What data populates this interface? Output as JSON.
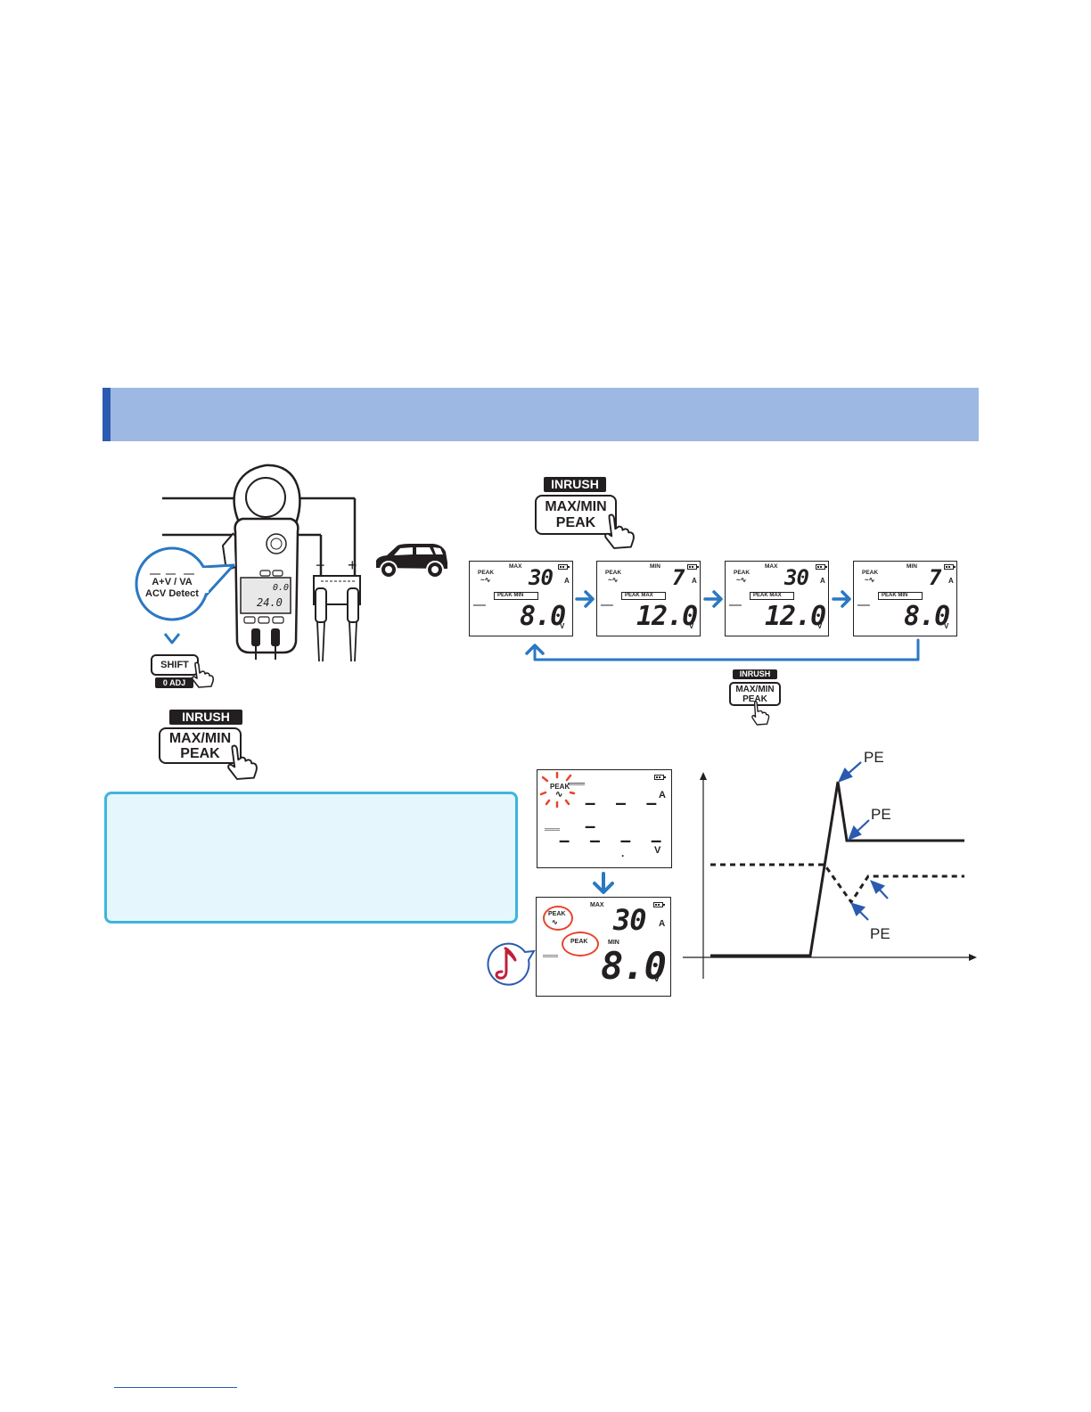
{
  "section_header": {
    "text": ""
  },
  "meter_callout": {
    "line1": "A+V / VA",
    "line2": "ACV Detect"
  },
  "shift_key": {
    "label": "SHIFT",
    "sub": "0 ADJ"
  },
  "inrush_key": {
    "tag": "INRUSH",
    "line1": "MAX/MIN",
    "line2": "PEAK"
  },
  "lcd_panels": [
    {
      "top_flag": "MAX",
      "peak_label": "PEAK",
      "top_value": "30",
      "top_unit": "A",
      "mode_label": "PEAK     MIN",
      "bottom_value": "8.0",
      "bottom_unit": "V"
    },
    {
      "top_flag": "MIN",
      "peak_label": "PEAK",
      "top_value": "7",
      "top_unit": "A",
      "mode_label": "PEAK MAX",
      "bottom_value": "12.0",
      "bottom_unit": "V"
    },
    {
      "top_flag": "MAX",
      "peak_label": "PEAK",
      "top_value": "30",
      "top_unit": "A",
      "mode_label": "PEAK MAX",
      "bottom_value": "12.0",
      "bottom_unit": "V"
    },
    {
      "top_flag": "MIN",
      "peak_label": "PEAK",
      "top_value": "7",
      "top_unit": "A",
      "mode_label": "PEAK     MIN",
      "bottom_value": "8.0",
      "bottom_unit": "V"
    }
  ],
  "waiting_lcd": {
    "peak_label": "PEAK",
    "top_unit": "A",
    "bottom_unit": "V"
  },
  "result_lcd": {
    "top_flag": "MAX",
    "peak_label": "PEAK",
    "peak_badge": "PEAK",
    "min_flag": "MIN",
    "top_value": "30",
    "top_unit": "A",
    "bottom_value": "8.0",
    "bottom_unit": "V"
  },
  "clamp_display": {
    "top": "0.0",
    "bottom": "24.0"
  },
  "polarity": {
    "minus": "−",
    "plus": "+"
  },
  "waveform_labels": {
    "peak_current_top": "PE",
    "peak_current_settle": "PE",
    "peak_voltage_min": "PE"
  },
  "colors": {
    "accent": "#2a78c2",
    "header": "#9db8e3",
    "header_edge": "#2a5bb0",
    "note_bg": "#e6f6fd",
    "note_border": "#3eb5dd",
    "highlight": "#e8442a",
    "ink": "#231f20"
  },
  "icons": [
    "hand-press-icon",
    "car-icon",
    "clamp-meter-icon",
    "music-note-icon",
    "battery-icon",
    "flow-arrow-icon"
  ]
}
